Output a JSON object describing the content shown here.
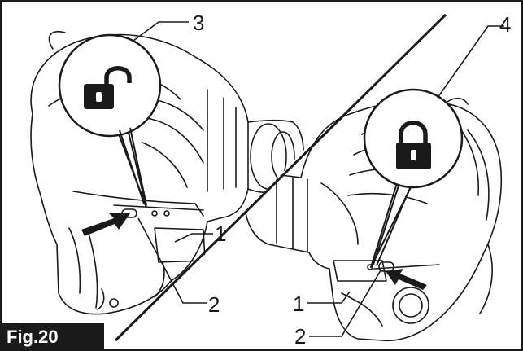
{
  "figure": {
    "label": "Fig.20",
    "callouts": {
      "left_trigger": "1",
      "left_lever": "2",
      "unlock": "3",
      "right_trigger": "1",
      "right_lever": "2",
      "lock": "4"
    },
    "icons": {
      "unlock": "unlocked-padlock-icon",
      "lock": "locked-padlock-icon"
    },
    "colors": {
      "ink": "#1a1a1a",
      "paper": "#ffffff"
    }
  }
}
